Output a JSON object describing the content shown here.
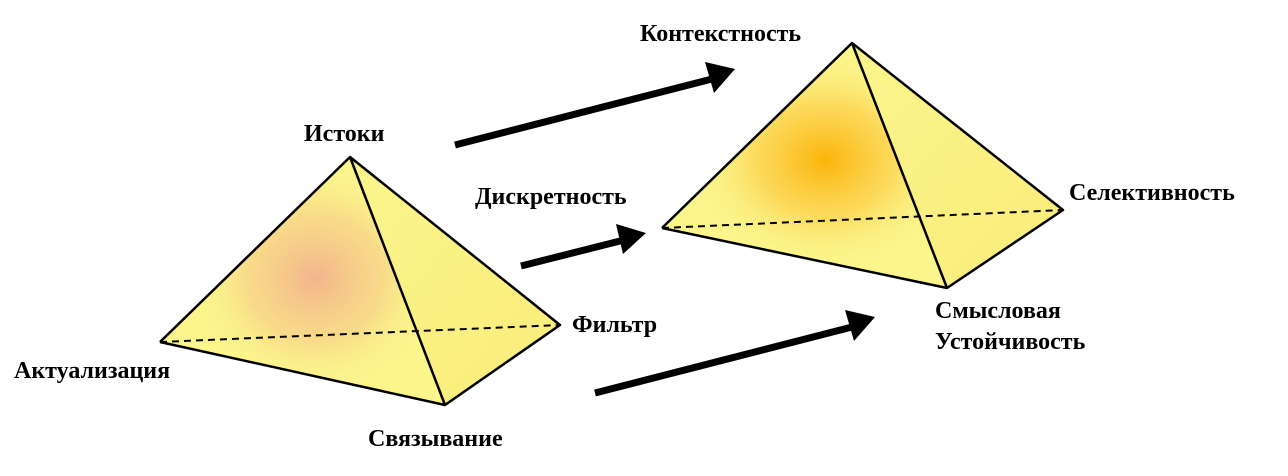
{
  "colors": {
    "face_yellow": "#fbf58c",
    "glow_left": "#f3b48c",
    "glow_right": "#fbb40a",
    "stroke": "#000000"
  },
  "pyramid_left": {
    "apex": "Истоки",
    "left": "Актуализация",
    "right": "Фильтр",
    "bottom": "Связывание"
  },
  "pyramid_right": {
    "apex": "Контекстность",
    "right": "Селективность",
    "bottom_line1": "Смысловая",
    "bottom_line2": "Устойчивость"
  },
  "arrows": {
    "middle_label": "Дискретность",
    "count": 3
  }
}
